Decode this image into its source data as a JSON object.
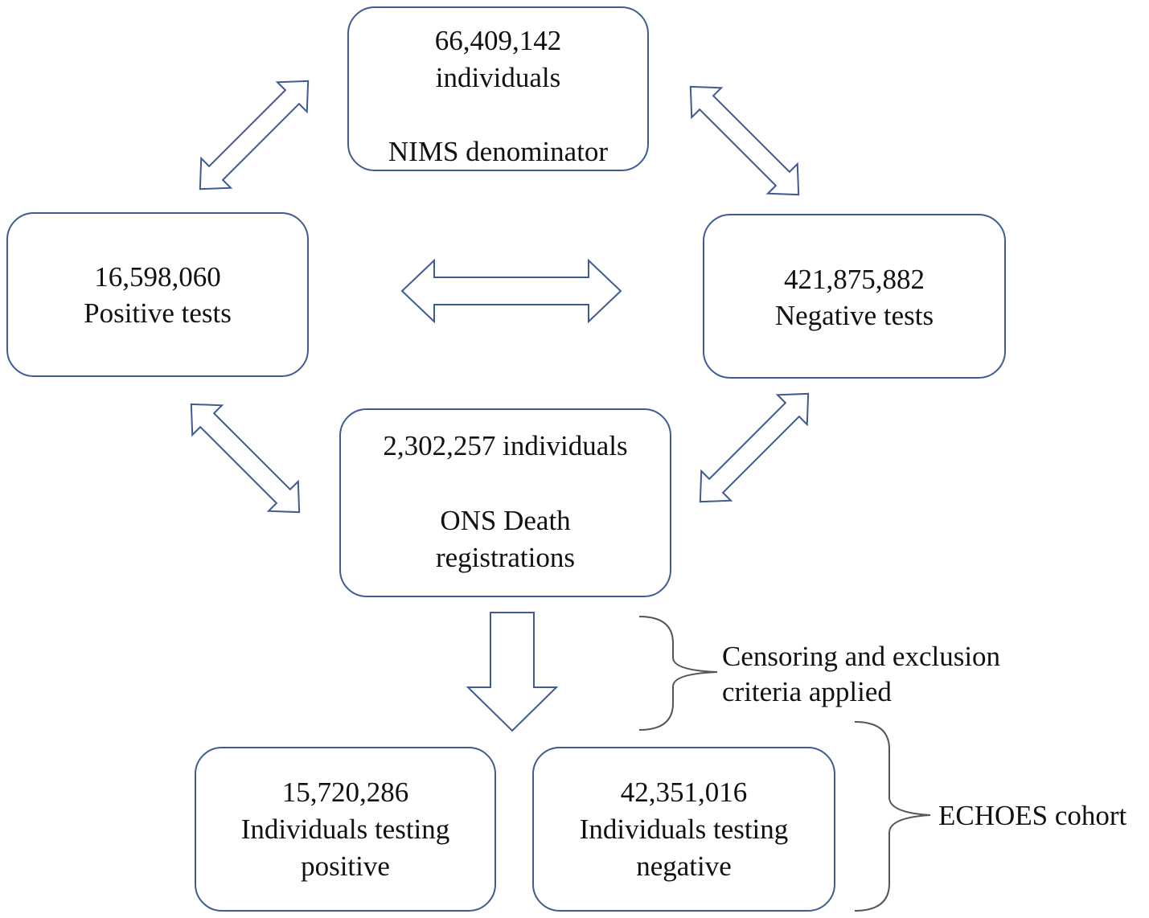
{
  "nodes": {
    "nims": {
      "count": "66,409,142",
      "unit": "individuals",
      "label": "NIMS denominator"
    },
    "positive_tests": {
      "count": "16,598,060",
      "label": "Positive tests"
    },
    "negative_tests": {
      "count": "421,875,882",
      "label": "Negative tests"
    },
    "ons": {
      "count": "2,302,257 individuals",
      "label_line1": "ONS Death",
      "label_line2": "registrations"
    },
    "individuals_positive": {
      "count": "15,720,286",
      "label_line1": "Individuals testing",
      "label_line2": "positive"
    },
    "individuals_negative": {
      "count": "42,351,016",
      "label_line1": "Individuals testing",
      "label_line2": "negative"
    }
  },
  "annotations": {
    "censoring_line1": "Censoring and exclusion",
    "censoring_line2": "criteria applied",
    "cohort": "ECHOES cohort"
  },
  "colors": {
    "box_border": "#3e5b92",
    "arrow_outline": "#3e5b92",
    "brace": "#555555",
    "text": "#111111"
  }
}
